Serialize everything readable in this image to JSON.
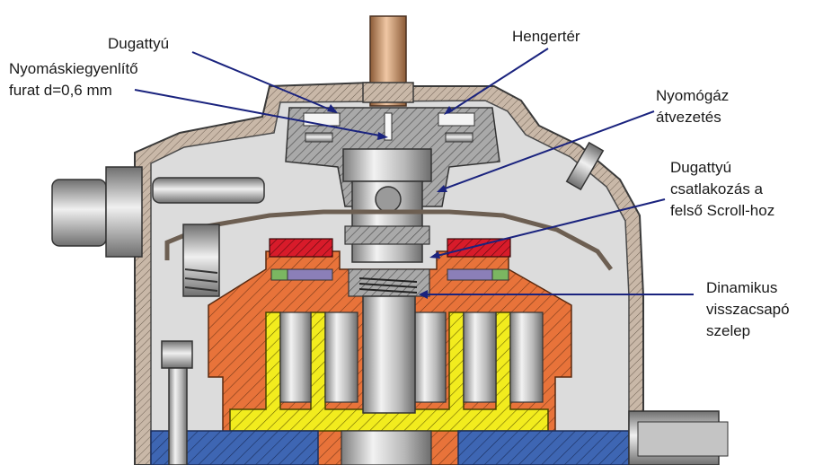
{
  "labels": {
    "piston": "Dugattyú",
    "pressure_hole_line1": "Nyomáskiegyenlítő",
    "pressure_hole_line2": "furat d=0,6 mm",
    "cylinder": "Hengertér",
    "discharge_line1": "Nyomógáz",
    "discharge_line2": "átvezetés",
    "piston_conn_line1": "Dugattyú",
    "piston_conn_line2": "csatlakozás a",
    "piston_conn_line3": "felső Scroll-hoz",
    "check_valve_line1": "Dinamikus",
    "check_valve_line2": "visszacsapó",
    "check_valve_line3": "szelep"
  },
  "colors": {
    "leader_line": "#1a237e",
    "shell": "#8b7e74",
    "shell_fill": "#d2d2d2",
    "scroll_orange": "#e8733a",
    "scroll_yellow": "#f2ec1e",
    "seal_red": "#d81b2a",
    "seal_purple": "#8b7fb8",
    "seal_green": "#7bb661",
    "pipe_copper": "#c98f62",
    "base_blue": "#3e66b3",
    "metal": "#b0b0b0"
  }
}
